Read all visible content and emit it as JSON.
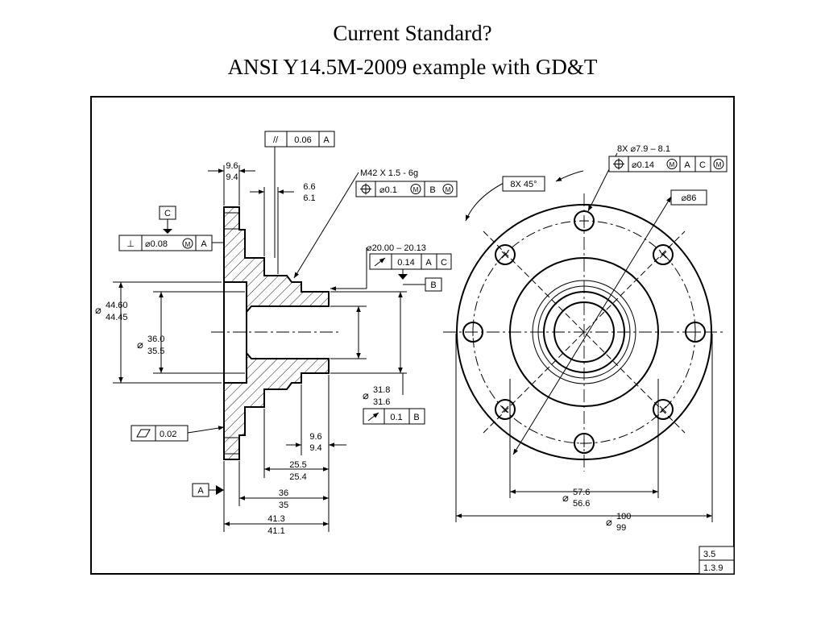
{
  "title_line1": "Current Standard?",
  "title_line2": "ANSI Y14.5M-2009 example with GD&T",
  "title_block": {
    "top": "3.5",
    "bottom": "1.3.9"
  },
  "datums": {
    "a": "A",
    "b": "B",
    "c": "C"
  },
  "fcf_parallel": {
    "symbol": "//",
    "tol": "0.06",
    "datum": "A"
  },
  "fcf_perp": {
    "symbol": "⊥",
    "tol": "⌀0.08",
    "mod": "M",
    "datum": "A"
  },
  "fcf_flat": {
    "tol": "0.02"
  },
  "fcf_thread_pos": {
    "tol": "⌀0.1",
    "mod": "M",
    "datum": "B",
    "datum_mod": "M"
  },
  "fcf_bore_runout": {
    "tol": "0.14",
    "d1": "A",
    "d2": "C"
  },
  "fcf_hub_runout": {
    "tol": "0.1",
    "datum": "B"
  },
  "fcf_holes": {
    "tol": "⌀0.14",
    "mod": "M",
    "d1": "A",
    "d2": "C",
    "d3": "M"
  },
  "dims": {
    "flange_thk_a": "9.6",
    "flange_thk_b": "9.4",
    "gap_a": "6.6",
    "gap_b": "6.1",
    "thread": "M42 X 1.5 - 6g",
    "bore_size": "⌀20.00 – 20.13",
    "pilot_a": "44.60",
    "pilot_b": "44.45",
    "inner_a": "36.0",
    "inner_b": "35.5",
    "hub_a": "31.8",
    "hub_b": "31.6",
    "hub_len_a": "9.6",
    "hub_len_b": "9.4",
    "l1_a": "25.5",
    "l1_b": "25.4",
    "l2_a": "36",
    "l2_b": "35",
    "l3_a": "41.3",
    "l3_b": "41.1",
    "chamfer": "8X 45°",
    "holes": "8X  ⌀7.9 – 8.1",
    "bc": "⌀86",
    "recess_a": "57.6",
    "recess_b": "56.6",
    "od_a": "100",
    "od_b": "99",
    "dia_sym": "⌀"
  }
}
